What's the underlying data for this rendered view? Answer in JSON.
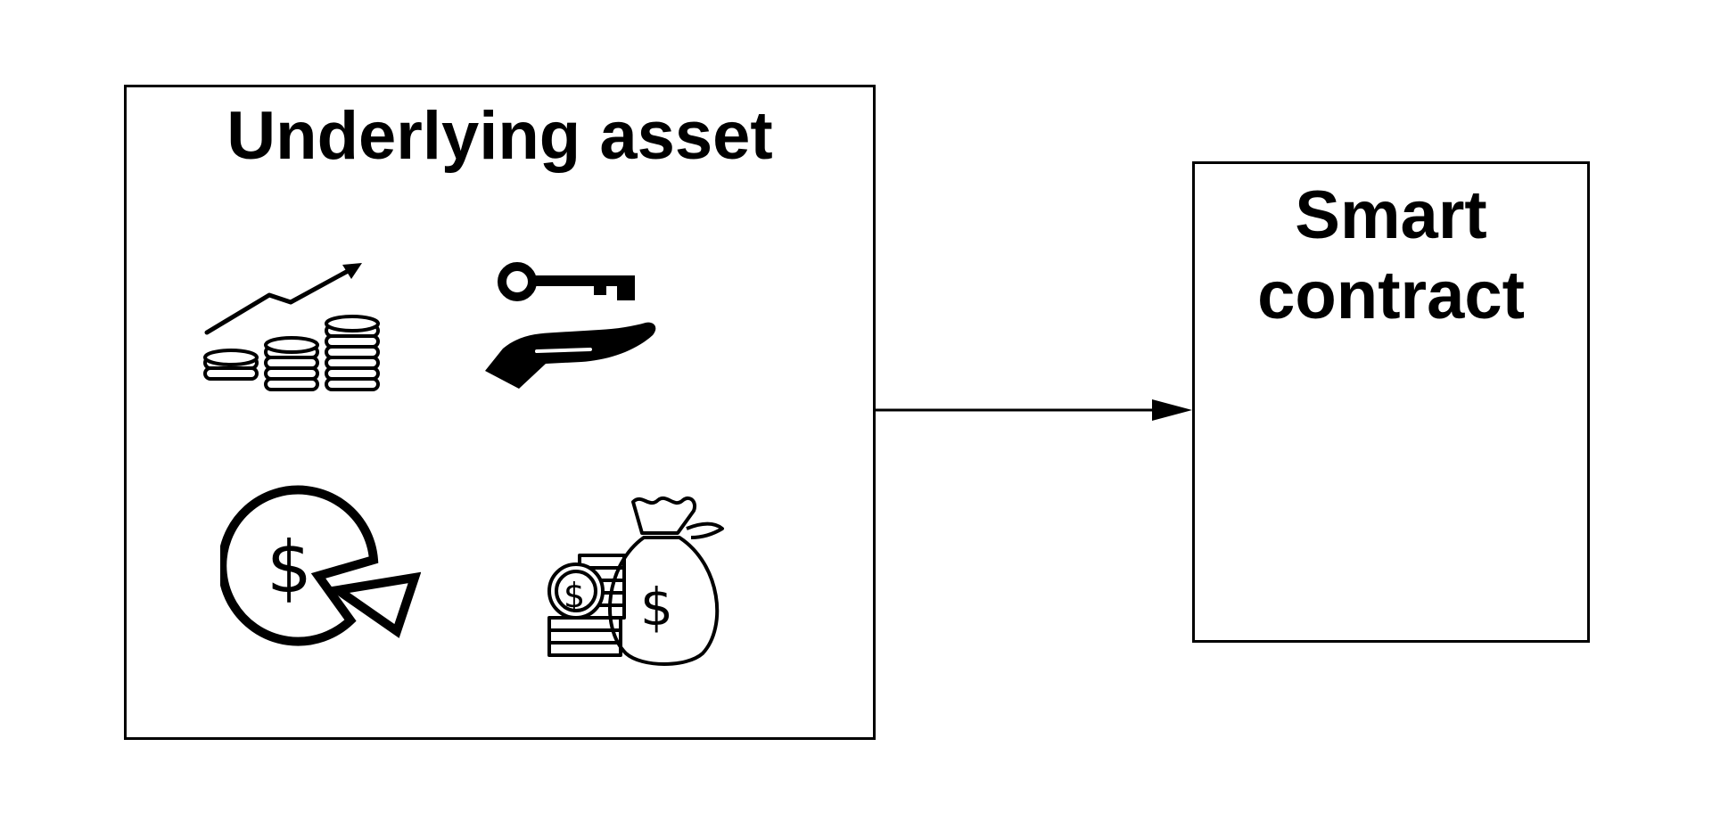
{
  "diagram": {
    "asset_box": {
      "title": "Underlying asset",
      "icons": [
        "growth-coins-icon",
        "hand-key-icon",
        "pie-dollar-icon",
        "money-bag-coins-icon"
      ]
    },
    "contract_box": {
      "title": "Smart\ncontract"
    },
    "connector": {
      "from": "asset_box",
      "to": "contract_box",
      "style": "solid-arrow"
    },
    "colors": {
      "stroke": "#000000",
      "background": "#ffffff"
    }
  }
}
